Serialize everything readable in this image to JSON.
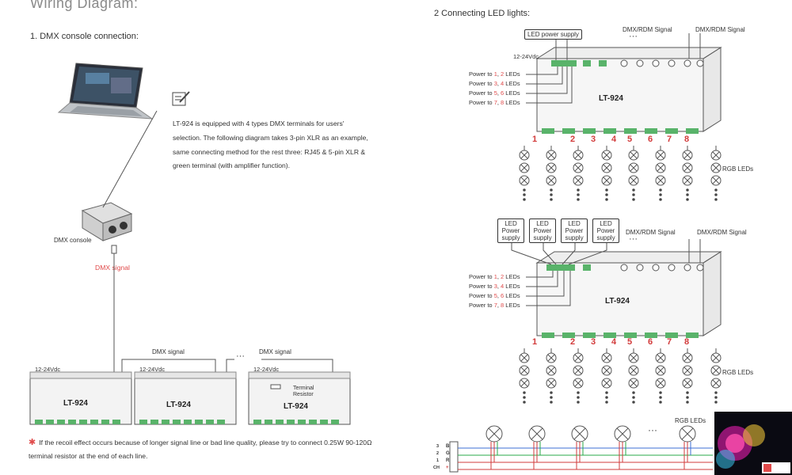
{
  "title": "Wiring Diagram:",
  "sec1": "1. DMX console connection:",
  "sec2": "2 Connecting LED lights:",
  "description": "LT-924 is equipped with 4 types DMX terminals for users' selection. The following diagram takes 3-pin XLR as an example, same connecting method for the rest three: RJ45 & 5-pin XLR  & green terminal (with amplifier function).",
  "dmx_console": "DMX console",
  "dmx_signal_red": "DMX signal",
  "dmx_signal": "DMX signal",
  "dmx_rdm_signal": "DMX/RDM Signal",
  "v1224": "12-24Vdc",
  "model": "LT-924",
  "terminal_resistor": "Terminal Resistor",
  "dots": "···",
  "note": "If the recoil effect occurs because of longer signal line or bad line quality, please try to connect 0.25W 90-120Ω terminal resistor at the end of each line.",
  "led_power_supply": "LED power supply",
  "led_power_supply_short": "LED Power supply",
  "power_lines": [
    {
      "prefix": "Power to ",
      "a": "1",
      "b": "2",
      "suffix": " LEDs"
    },
    {
      "prefix": "Power to ",
      "a": "3",
      "b": "4",
      "suffix": " LEDs"
    },
    {
      "prefix": "Power to ",
      "a": "5",
      "b": "6",
      "suffix": " LEDs"
    },
    {
      "prefix": "Power to ",
      "a": "7",
      "b": "8",
      "suffix": " LEDs"
    }
  ],
  "channels": [
    "1",
    "2",
    "3",
    "4",
    "5",
    "6",
    "7",
    "8"
  ],
  "rgb_leds": "RGB LEDs",
  "bus_labels": [
    "B",
    "G",
    "R",
    "+"
  ],
  "bus_side": [
    "3",
    "2",
    "1",
    "CH"
  ],
  "colors": {
    "accent_red": "#e04a4a",
    "line": "#555555",
    "bus_blue": "#3b6fd6",
    "bus_green": "#2aa84a",
    "bus_red": "#d23b3b"
  }
}
